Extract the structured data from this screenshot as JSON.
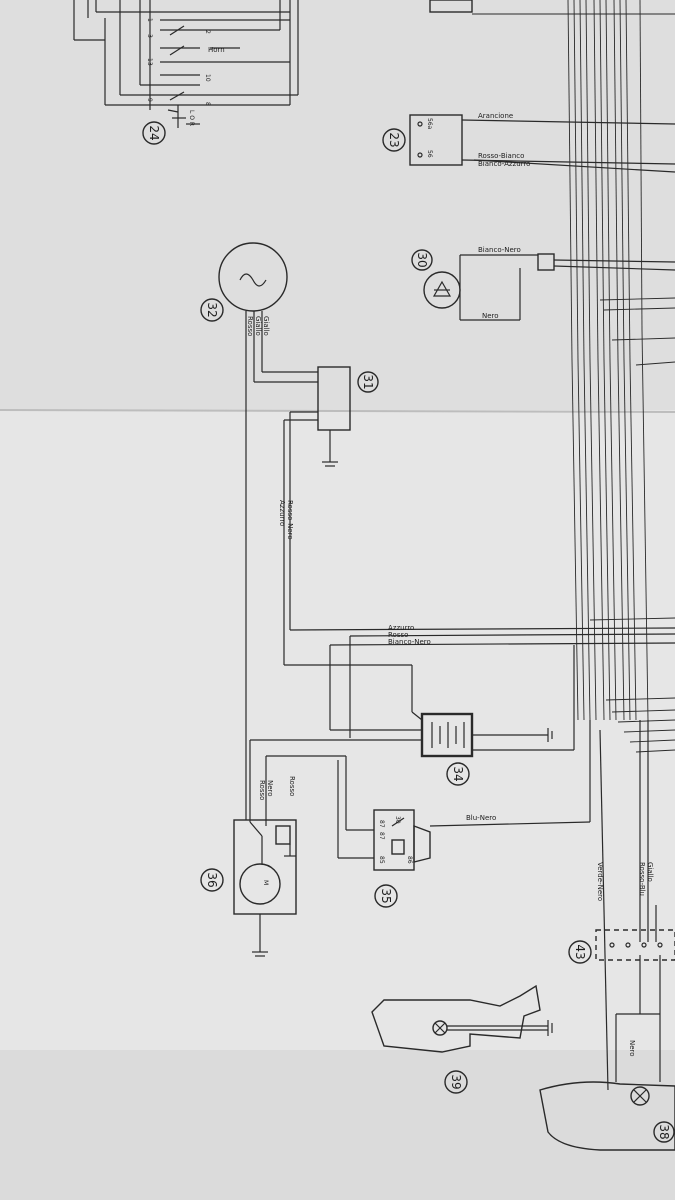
{
  "components": {
    "c24": "24",
    "c23": "23",
    "c30": "30",
    "c32": "32",
    "c31": "31",
    "c34": "34",
    "c36": "36",
    "c35": "35",
    "c43": "43",
    "c39": "39",
    "c38": "38"
  },
  "terminals": {
    "t23a": "56a",
    "t23b": "56",
    "t24_1": "1",
    "t24_2": "2",
    "t24_3": "3",
    "t24_10": "10",
    "t24_13": "13",
    "t24_9": "9",
    "t24_8": "8",
    "t35_30": "30",
    "t35_87": "87",
    "t35_87b": "87",
    "t35_85": "85",
    "t35_86": "86",
    "t24_lor": "L O R",
    "t36_m": "M"
  },
  "wires": {
    "arancione": "Arancione",
    "rosso_bianco": "Rosso-Bianco",
    "bianco_azzurro": "Bianco-Azzurro",
    "bianco_nero_30": "Bianco-Nero",
    "nero_30": "Nero",
    "giallo_32": "Giallo",
    "giallo_32b": "Giallo",
    "rosso_32": "Rosso",
    "azzurro_31": "Azzurro",
    "rosso_nero_31": "Rosso-Nero",
    "azzurro_bus": "Azzurro",
    "rosso_bus": "Rosso",
    "bianco_nero_bus": "Bianco-Nero",
    "nero_36": "Nero",
    "rosso_36": "Rosso",
    "rosso_36b": "Rosso",
    "blu_nero": "Blu-Nero",
    "verde_nero": "Verde-Nero",
    "giallo_43": "Giallo",
    "rosso_blu": "Rosso-Blu",
    "nero_38": "Nero",
    "horn": "Horn"
  }
}
